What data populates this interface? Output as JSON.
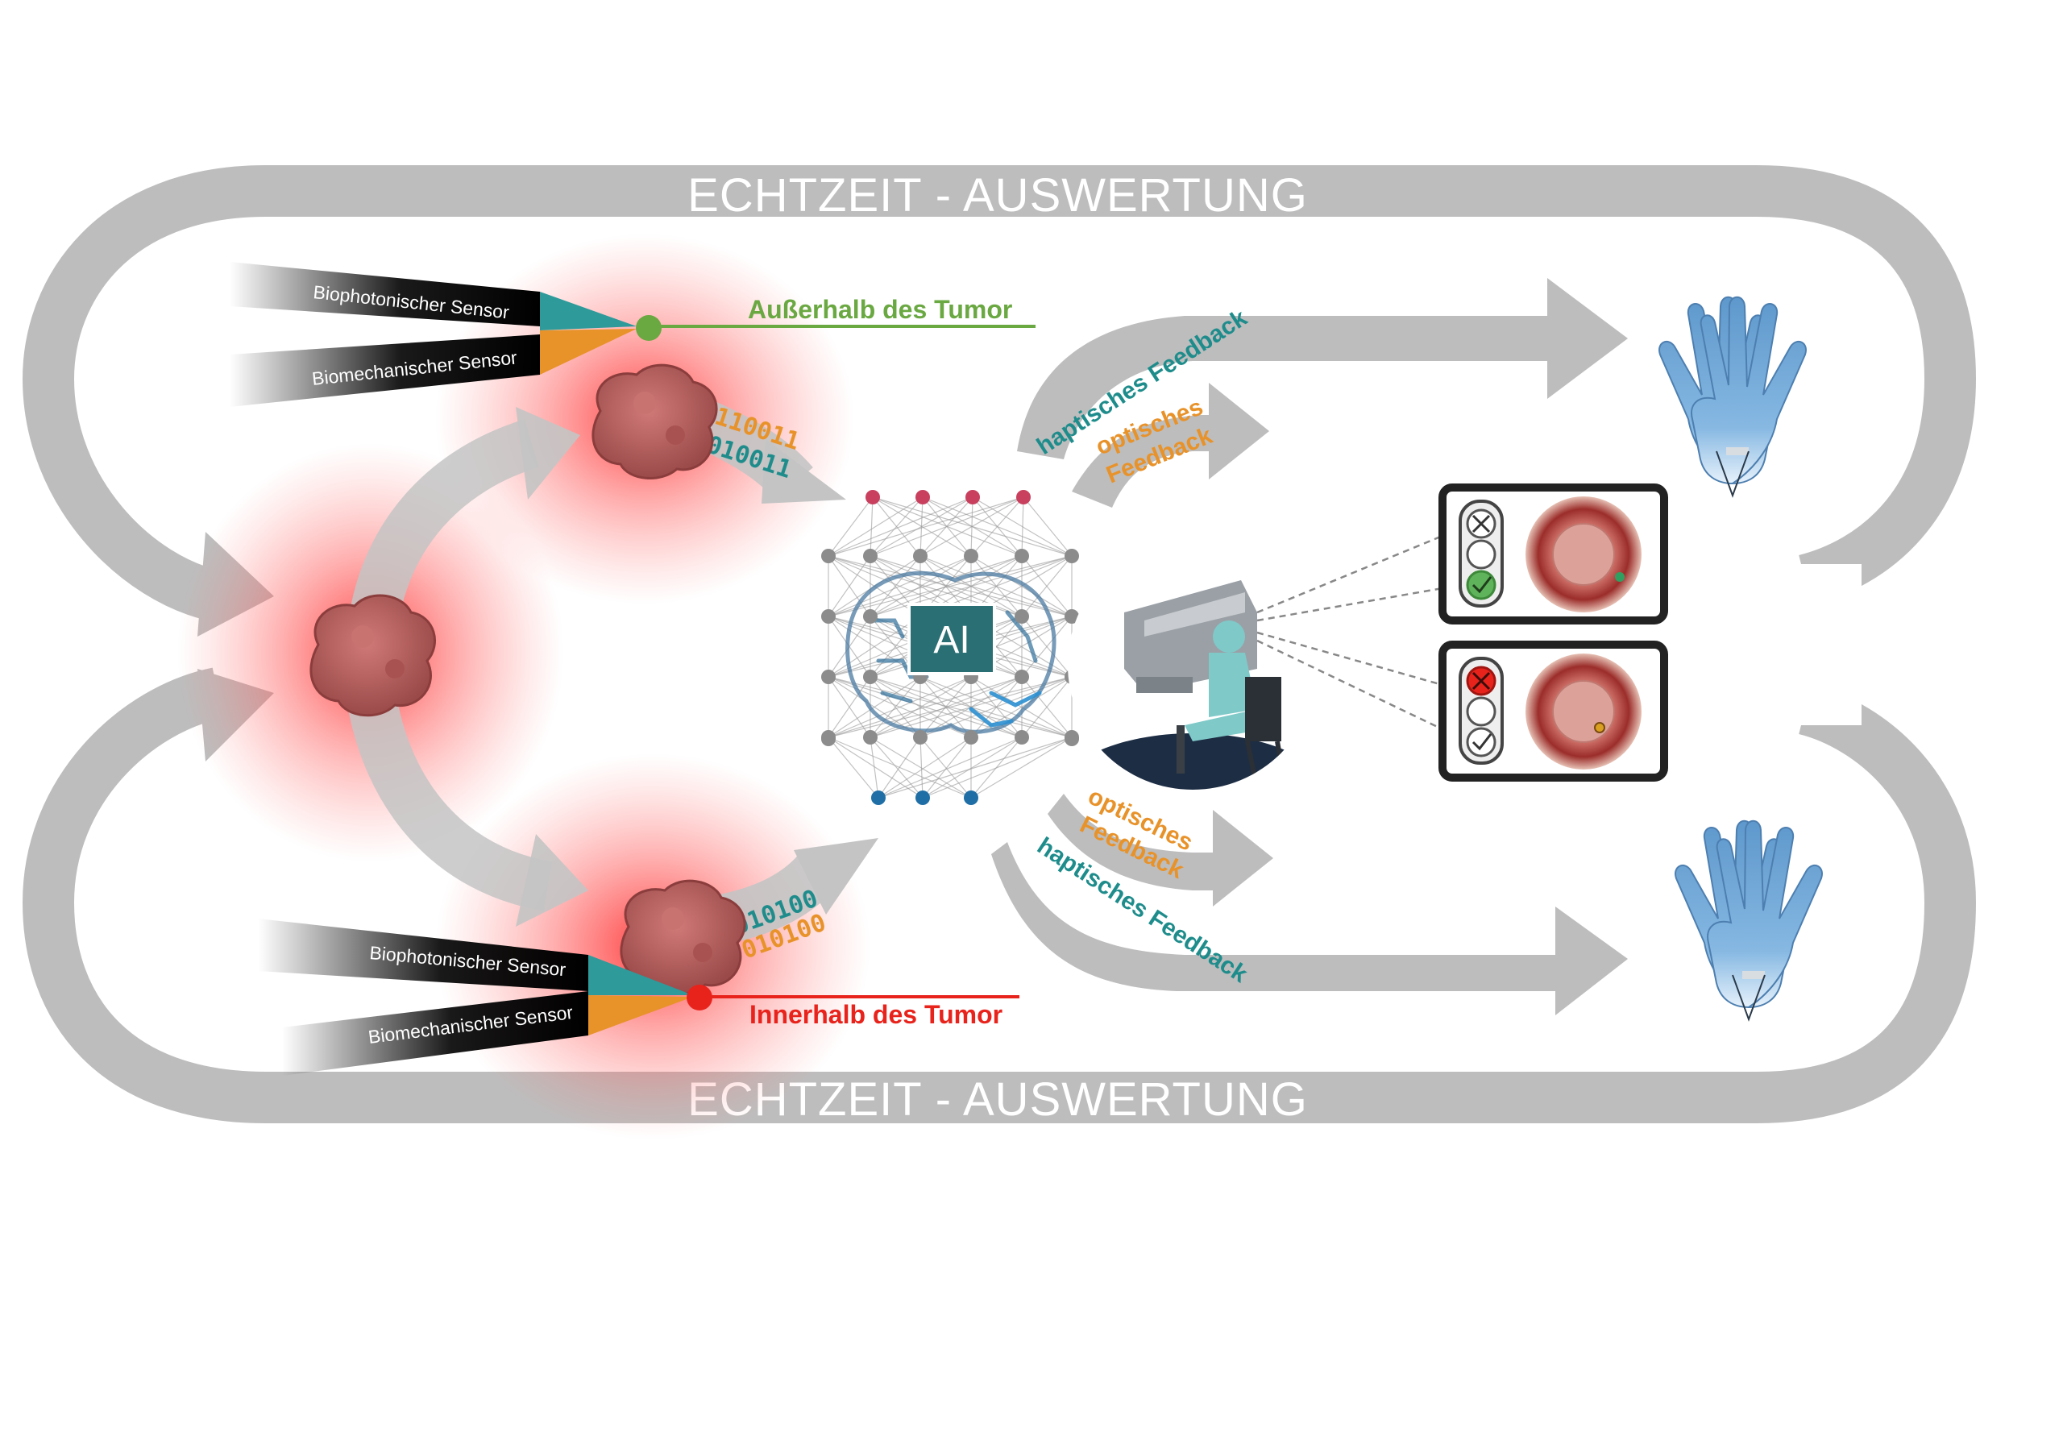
{
  "loop": {
    "top_label": "ECHTZEIT - AUSWERTUNG",
    "bottom_label": "ECHTZEIT - AUSWERTUNG"
  },
  "probe_top": {
    "sensor_photonic": "Biophotonischer Sensor",
    "sensor_mechanic": "Biomechanischer Sensor",
    "location": "Außerhalb des Tumor",
    "bits_a": "110011",
    "bits_b": "010011"
  },
  "probe_bottom": {
    "sensor_photonic": "Biophotonischer Sensor",
    "sensor_mechanic": "Biomechanischer Sensor",
    "location": "Innerhalb des Tumor",
    "bits_a": "010100",
    "bits_b": "010100"
  },
  "ai": {
    "label": "AI"
  },
  "feedback": {
    "top_haptic": "haptisches Feedback",
    "top_optical_1": "optisches",
    "top_optical_2": "Feedback",
    "bottom_optical_1": "optisches",
    "bottom_optical_2": "Feedback",
    "bottom_haptic": "haptisches Feedback"
  },
  "colors": {
    "loop_gray": "#bdbdbd",
    "tumor": "#b5605f",
    "glow_red": "#ff2a2a",
    "teal": "#1f8c8c",
    "orange": "#e8922a",
    "outside_green": "#6aa842",
    "inside_red": "#e8231c",
    "glove_blue": "#6fa6d6"
  },
  "icons": {
    "ai": "neural-network-brain-icon",
    "surgeon": "surgeon-console-icon",
    "monitor_ok": "traffic-light-check-icon",
    "monitor_alert": "traffic-light-cross-icon",
    "hands": "surgical-gloves-icon"
  }
}
